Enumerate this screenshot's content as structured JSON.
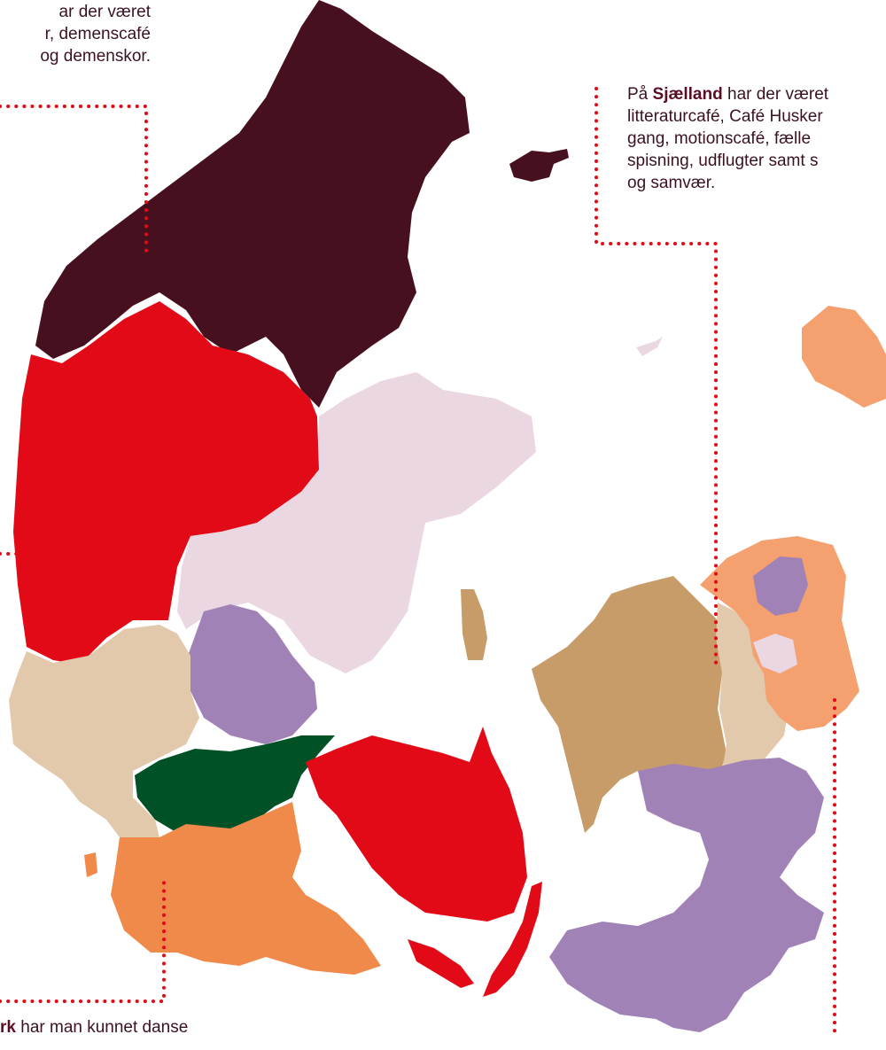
{
  "callouts": {
    "nordjylland": {
      "lines": [
        "ar der været",
        "r, demenscafé",
        "og demenskor."
      ]
    },
    "sjaelland": {
      "prefix": "På ",
      "bold": "Sjælland",
      "line1_rest": " har der været",
      "lines": [
        "litteraturcafé, Café Husker",
        "gang, motionscafé, fælle",
        "spisning, udflugter samt s",
        "og samvær."
      ]
    },
    "syd": {
      "bold": "rk",
      "rest": " har man kunnet danse"
    }
  },
  "colors": {
    "dark_maroon": "#47101f",
    "red": "#e30a18",
    "light_pink": "#ead7e2",
    "lavender": "#a182b7",
    "beige": "#e3c9ab",
    "dark_green": "#005126",
    "orange": "#f08a4b",
    "salmon": "#f4a06f",
    "tan": "#c89c68",
    "dotted_line": "#e30a18"
  }
}
